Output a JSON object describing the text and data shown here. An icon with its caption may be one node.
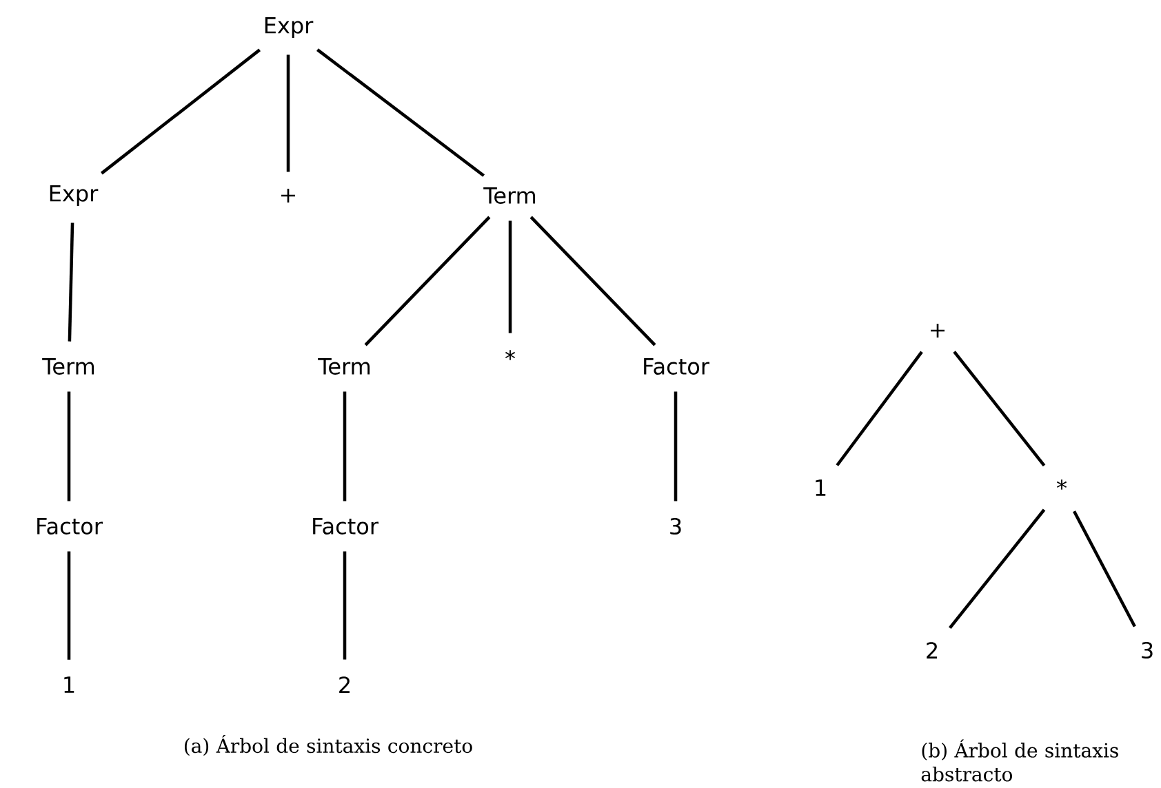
{
  "diagram": {
    "nodes": [
      {
        "text": [
          "Expr"
        ]
      },
      {
        "text": [
          "Expr"
        ]
      },
      {
        "text": [
          "+"
        ]
      },
      {
        "text": [
          "Term"
        ]
      },
      {
        "text": [
          "Term"
        ]
      },
      {
        "text": [
          "Term"
        ]
      },
      {
        "text": [
          "*"
        ]
      },
      {
        "text": [
          "Factor"
        ]
      },
      {
        "text": [
          "Factor"
        ]
      },
      {
        "text": [
          "Factor"
        ]
      },
      {
        "text": [
          "3"
        ]
      },
      {
        "text": [
          "1"
        ]
      },
      {
        "text": [
          "2"
        ]
      },
      {
        "text": [
          "+"
        ]
      },
      {
        "text": [
          "1"
        ]
      },
      {
        "text": [
          "*"
        ]
      },
      {
        "text": [
          "2"
        ]
      },
      {
        "text": [
          "3"
        ]
      }
    ],
    "edges": [
      {
        "from": 0,
        "to": 1,
        "arrow": "none"
      },
      {
        "from": 0,
        "to": 2,
        "arrow": "none"
      },
      {
        "from": 0,
        "to": 3,
        "arrow": "none"
      },
      {
        "from": 1,
        "to": 4,
        "arrow": "none"
      },
      {
        "from": 3,
        "to": 5,
        "arrow": "none"
      },
      {
        "from": 3,
        "to": 6,
        "arrow": "none"
      },
      {
        "from": 3,
        "to": 7,
        "arrow": "none"
      },
      {
        "from": 4,
        "to": 8,
        "arrow": "none"
      },
      {
        "from": 5,
        "to": 9,
        "arrow": "none"
      },
      {
        "from": 7,
        "to": 10,
        "arrow": "none"
      },
      {
        "from": 8,
        "to": 11,
        "arrow": "none"
      },
      {
        "from": 9,
        "to": 12,
        "arrow": "none"
      },
      {
        "from": 13,
        "to": 14,
        "arrow": "none"
      },
      {
        "from": 13,
        "to": 15,
        "arrow": "none"
      },
      {
        "from": 15,
        "to": 16,
        "arrow": "none"
      },
      {
        "from": 15,
        "to": 17,
        "arrow": "none"
      }
    ],
    "labels": [
      "(a) Árbol de sintaxis concreto",
      "(b) Árbol de sintaxis abstracto"
    ]
  }
}
